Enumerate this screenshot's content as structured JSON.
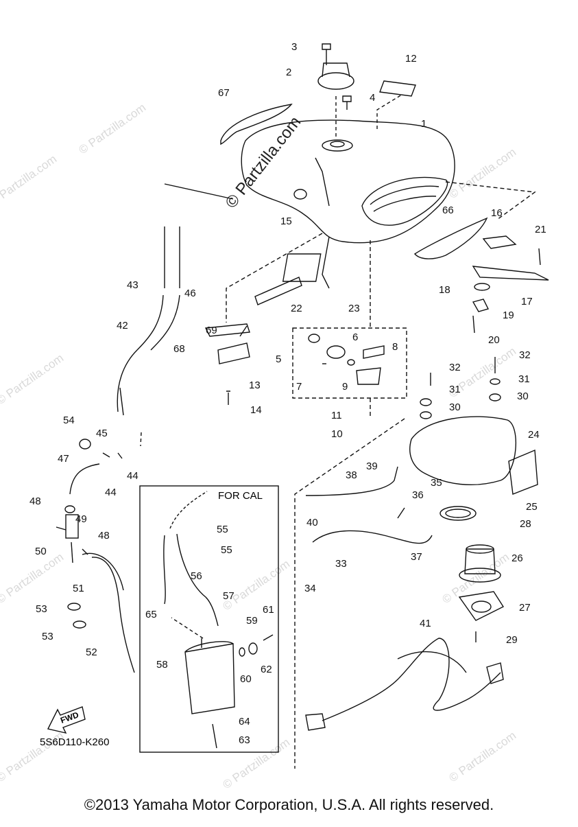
{
  "diagram": {
    "code": "5S6D110-K260",
    "box_title": "FOR CAL",
    "fwd_label": "FWD",
    "watermark": "© Partzilla.com",
    "copyright": "©2013 Yamaha Motor Corporation, U.S.A. All rights reserved.",
    "callouts": [
      "1",
      "2",
      "3",
      "4",
      "5",
      "6",
      "7",
      "8",
      "9",
      "10",
      "11",
      "12",
      "13",
      "14",
      "15",
      "16",
      "17",
      "18",
      "19",
      "20",
      "21",
      "22",
      "23",
      "24",
      "25",
      "26",
      "27",
      "28",
      "29",
      "30",
      "30",
      "31",
      "31",
      "32",
      "32",
      "33",
      "34",
      "35",
      "36",
      "37",
      "38",
      "39",
      "40",
      "41",
      "42",
      "43",
      "44",
      "44",
      "45",
      "46",
      "47",
      "48",
      "48",
      "49",
      "50",
      "51",
      "52",
      "53",
      "53",
      "54",
      "55",
      "55",
      "56",
      "57",
      "58",
      "59",
      "60",
      "61",
      "62",
      "63",
      "64",
      "65",
      "66",
      "67",
      "68",
      "69"
    ]
  }
}
